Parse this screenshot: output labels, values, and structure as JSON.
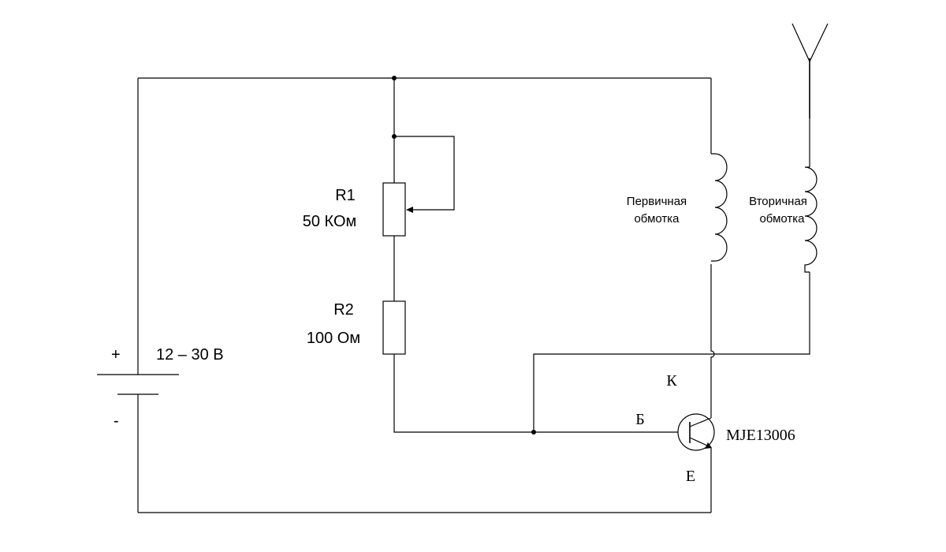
{
  "battery": {
    "plus": "+",
    "minus": "-",
    "voltage": "12 – 30 В"
  },
  "r1": {
    "name": "R1",
    "value": "50 КОм"
  },
  "r2": {
    "name": "R2",
    "value": "100 Ом"
  },
  "primary": {
    "line1": "Первичная",
    "line2": "обмотка"
  },
  "secondary": {
    "line1": "Вторичная",
    "line2": "обмотка"
  },
  "transistor": {
    "collector": "К",
    "base": "Б",
    "emitter": "Е",
    "model": "MJE13006"
  }
}
